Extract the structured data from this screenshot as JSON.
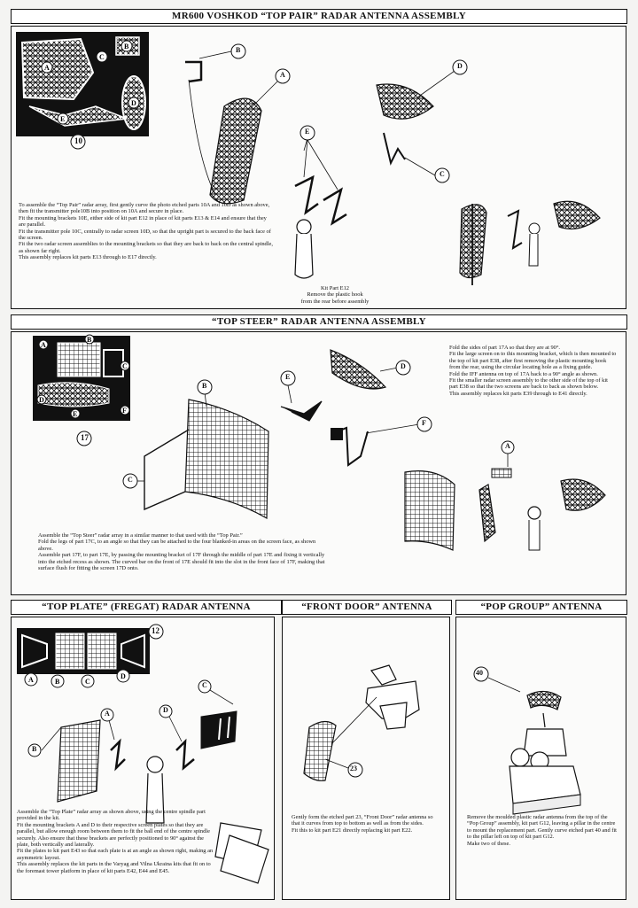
{
  "sections": {
    "top_pair": {
      "title": "MR600 VOSHKOD “TOP PAIR” RADAR ANTENNA ASSEMBLY",
      "fret_number": "10",
      "fret_labels": [
        "A",
        "B",
        "C",
        "D",
        "E"
      ],
      "callouts": [
        "A",
        "B",
        "C",
        "D",
        "E"
      ],
      "text": [
        "To assemble the “Top Pair” radar array, first gently curve the photo etched parts 10A and 10D as shown above, then fit the transmitter pole10B into position on 10A and secure in place.",
        "Fit the mounting brackets 10E, either side of kit part E12 in place of kit parts E13 & E14 and ensure that they are parallel.",
        "Fit the transmitter pole 10C, centrally to radar screen 10D, so that the upright part is secured to the back face of the screen.",
        "Fit the two radar screen assemblies to the mounting brackets so that they are back to back on the central spindle, as shown far right.",
        "This assembly replaces kit parts E13 through to E17 directly."
      ],
      "kit_caption": [
        "Kit Part E12",
        "Remove the plastic hook",
        "from the rear before assembly"
      ]
    },
    "top_steer": {
      "title": "“TOP STEER” RADAR ANTENNA ASSEMBLY",
      "fret_number": "17",
      "fret_labels": [
        "A",
        "B",
        "C",
        "D",
        "E",
        "F"
      ],
      "callouts": [
        "A",
        "B",
        "C",
        "D",
        "E",
        "F"
      ],
      "text_right": [
        "Fold the sides of part 17A so that they are at 90°.",
        "Fit the large screen on to this mounting bracket, which is then mounted to the top of kit part E38, after first removing the plastic mounting hook from the rear, using the circular locating hole as a fixing guide.",
        "Fold the IFF antenna on top of 17A back to a 90° angle as shown.",
        "Fit the smaller radar screen assembly to the other side of the top of kit part E38 so that the two screens are back to back as shown below.",
        "This assembly replaces kit parts E39 through to E41 directly."
      ],
      "text_bottom": [
        "Assemble the “Top Steer” radar array in a similar manner to that used with the “Top Pair.”",
        "Fold the legs of part 17C, to an angle so that they can be attached to the four blanked-in areas on the screen face, as shown above.",
        "Assemble part 17F, to part 17E, by passing the mounting bracket of 17F through the middle of part 17E and fixing it vertically into the etched recess as shown. The curved bar on the front of 17E should fit into the slot in the front face of 17F, making that surface flush for fitting the screen 17D onto."
      ]
    },
    "top_plate": {
      "title": "“TOP PLATE” (FREGAT) RADAR ANTENNA",
      "fret_number": "12",
      "fret_labels": [
        "A",
        "B",
        "C",
        "D"
      ],
      "callouts": [
        "A",
        "B",
        "C",
        "D"
      ],
      "text": [
        "Assemble the “Top Plate” radar array as shown above, using the centre spindle part provided in the kit.",
        "Fit the mounting brackets A and D to their respective screen plates so that they are parallel, but allow enough room between them to fit the ball end of the centre spindle securely. Also ensure that these brackets are perfectly positioned to 90° against the plate, both vertically and laterally.",
        "Fit the plates to kit part E43 so that each plate is at an angle as shown right, making an asymmetric layout.",
        "This assembly replaces the kit parts in the Varyag and Vilna Ukraina kits that fit on to the foremast tower platform in place of kit parts E42, E44 and E45."
      ]
    },
    "front_door": {
      "title": "“FRONT DOOR” ANTENNA",
      "callout": "23",
      "text": [
        "Gently form the etched part 23, “Front Door” radar antenna so that it curves from top to bottom as well as from the sides.",
        "Fit this to kit part E21 directly replacing kit part E22."
      ]
    },
    "pop_group": {
      "title": "“POP GROUP” ANTENNA",
      "callout": "40",
      "text": [
        "Remove the moulded plastic radar antenna from the top of the “Pop Group” assembly, kit part G12, leaving a pillar in the centre to mount the replacement part. Gently curve etched part 40 and fit to the pillar left on top of kit part G12.",
        "Make two of these."
      ]
    }
  },
  "colors": {
    "ink": "#111111",
    "paper": "#fbfbfa"
  }
}
